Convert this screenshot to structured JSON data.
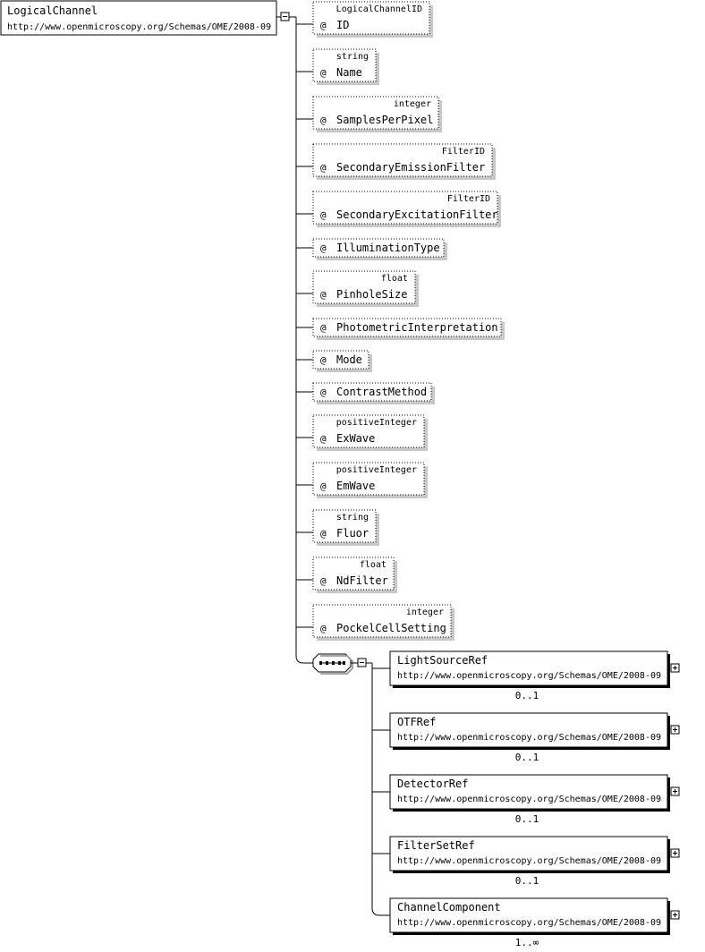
{
  "root": {
    "name": "LogicalChannel",
    "namespace": "http://www.openmicroscopy.org/Schemas/OME/2008-09"
  },
  "attribute_marker": "@",
  "attributes": [
    {
      "name": "ID",
      "type": "LogicalChannelID"
    },
    {
      "name": "Name",
      "type": "string"
    },
    {
      "name": "SamplesPerPixel",
      "type": "integer"
    },
    {
      "name": "SecondaryEmissionFilter",
      "type": "FilterID"
    },
    {
      "name": "SecondaryExcitationFilter",
      "type": "FilterID"
    },
    {
      "name": "IlluminationType",
      "type": ""
    },
    {
      "name": "PinholeSize",
      "type": "float"
    },
    {
      "name": "PhotometricInterpretation",
      "type": ""
    },
    {
      "name": "Mode",
      "type": ""
    },
    {
      "name": "ContrastMethod",
      "type": ""
    },
    {
      "name": "ExWave",
      "type": "positiveInteger"
    },
    {
      "name": "EmWave",
      "type": "positiveInteger"
    },
    {
      "name": "Fluor",
      "type": "string"
    },
    {
      "name": "NdFilter",
      "type": "float"
    },
    {
      "name": "PockelCellSetting",
      "type": "integer"
    }
  ],
  "sequence_children": [
    {
      "name": "LightSourceRef",
      "namespace": "http://www.openmicroscopy.org/Schemas/OME/2008-09",
      "cardinality": "0..1"
    },
    {
      "name": "OTFRef",
      "namespace": "http://www.openmicroscopy.org/Schemas/OME/2008-09",
      "cardinality": "0..1"
    },
    {
      "name": "DetectorRef",
      "namespace": "http://www.openmicroscopy.org/Schemas/OME/2008-09",
      "cardinality": "0..1"
    },
    {
      "name": "FilterSetRef",
      "namespace": "http://www.openmicroscopy.org/Schemas/OME/2008-09",
      "cardinality": "0..1"
    },
    {
      "name": "ChannelComponent",
      "namespace": "http://www.openmicroscopy.org/Schemas/OME/2008-09",
      "cardinality": "1..∞"
    }
  ]
}
